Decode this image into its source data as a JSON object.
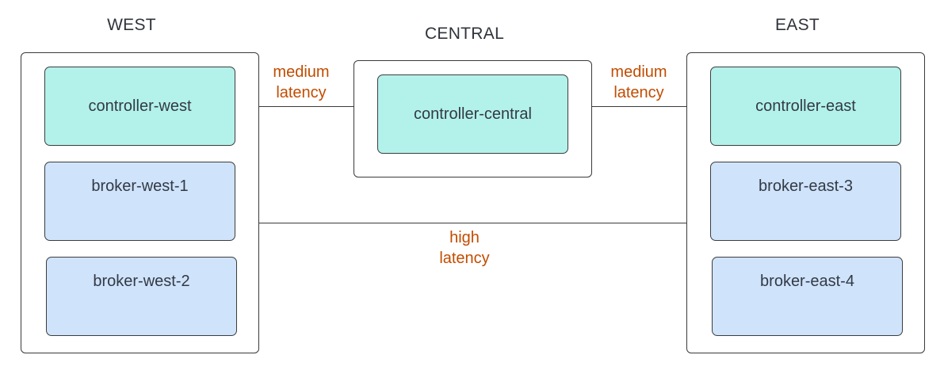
{
  "regions": {
    "west": {
      "title": "WEST",
      "controller": "controller-west",
      "brokers": [
        "broker-west-1",
        "broker-west-2"
      ]
    },
    "central": {
      "title": "CENTRAL",
      "controller": "controller-central"
    },
    "east": {
      "title": "EAST",
      "controller": "controller-east",
      "brokers": [
        "broker-east-3",
        "broker-east-4"
      ]
    }
  },
  "links": {
    "west_central": {
      "line1": "medium",
      "line2": "latency"
    },
    "central_east": {
      "line1": "medium",
      "line2": "latency"
    },
    "west_east": {
      "line1": "high",
      "line2": "latency"
    }
  },
  "colors": {
    "controller_fill": "#b3f2ea",
    "broker_fill": "#cfe3fb",
    "latency_label": "#c24c00",
    "border": "#3a3a3a"
  }
}
